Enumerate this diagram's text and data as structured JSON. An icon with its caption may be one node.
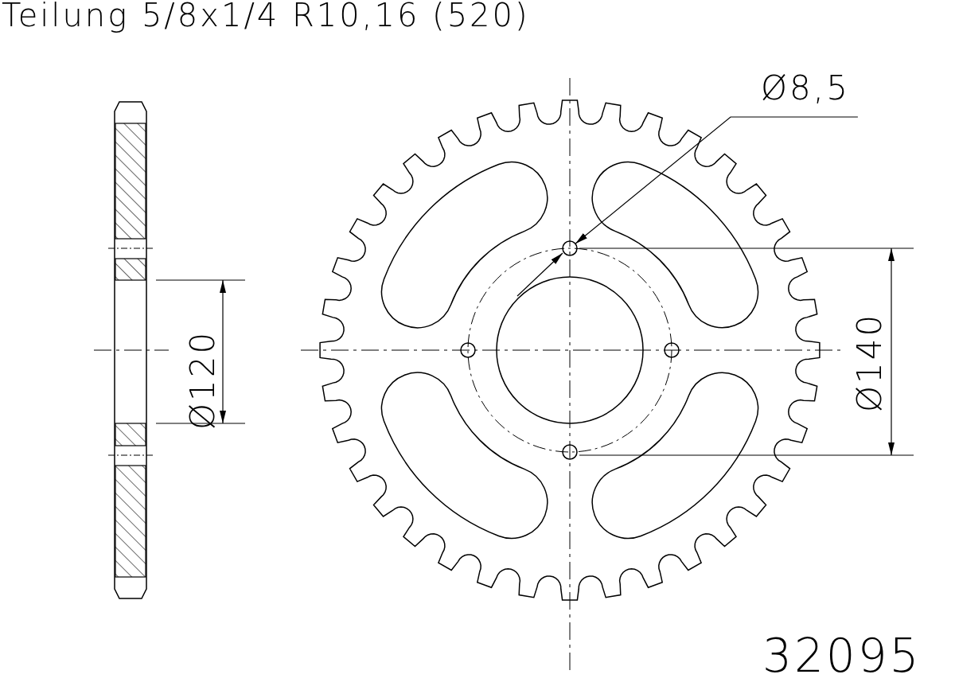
{
  "diagram": {
    "title": "Teilung 5/8x1/4 R10,16 (520)",
    "nodes": [
      {
        "text": [
          "Ø8,5"
        ]
      },
      {
        "text": [],
        "shape": "circle"
      }
    ],
    "edges": [
      {
        "from": 0,
        "to": 1,
        "arrow": "to"
      }
    ],
    "labels": [
      "Ø120",
      "Ø140",
      "32095"
    ]
  }
}
